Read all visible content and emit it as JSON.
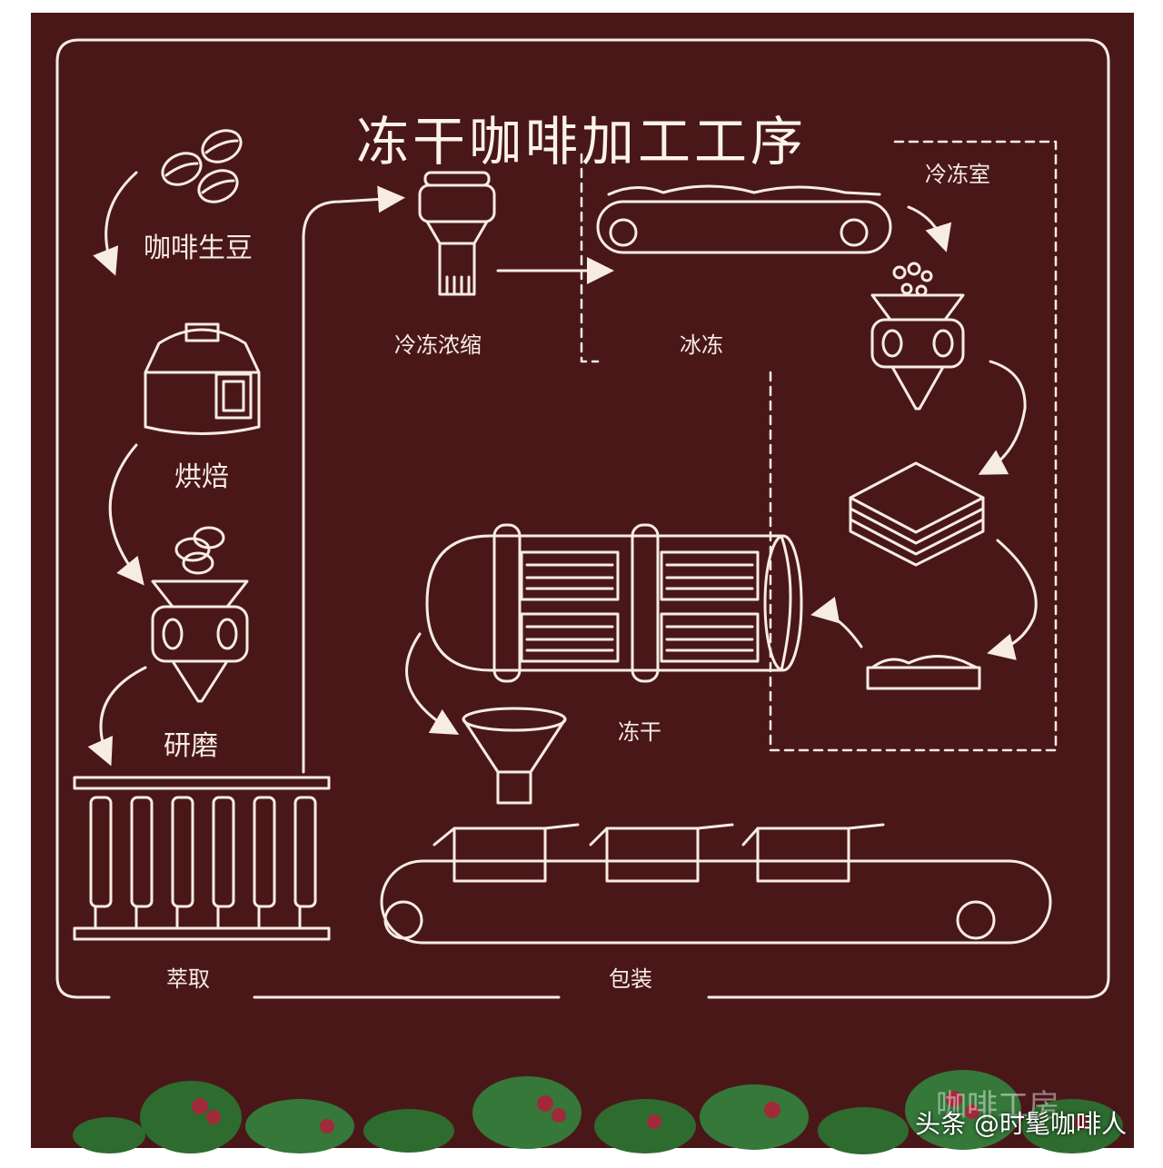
{
  "title": "冻干咖啡加工工序",
  "steps": {
    "green_beans": "咖啡生豆",
    "roasting": "烘焙",
    "grinding": "研磨",
    "extraction": "萃取",
    "freeze_concentration": "冷冻浓缩",
    "freezing": "冰冻",
    "freezing_room": "冷冻室",
    "freeze_drying": "冻干",
    "packaging": "包装"
  },
  "watermark": "咖啡工房",
  "credit": "头条 @时髦咖啡人",
  "colors": {
    "background": "#4a1719",
    "line": "#f6ece2",
    "leaf": "#2e6b2f",
    "berry": "#a12a3a"
  }
}
